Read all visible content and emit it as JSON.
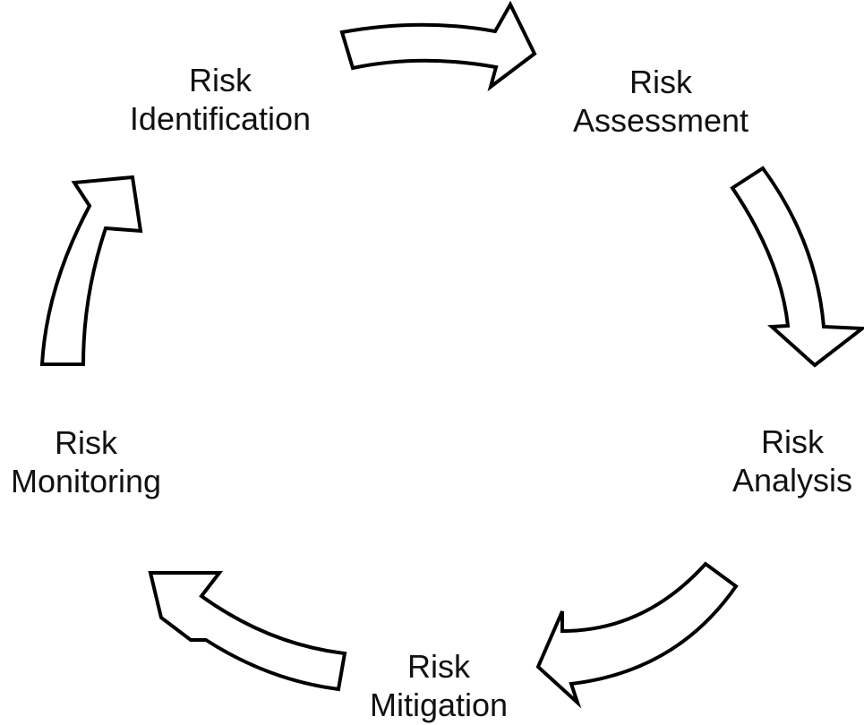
{
  "diagram": {
    "stages": [
      {
        "id": "identification",
        "line1": "Risk",
        "line2": "Identification"
      },
      {
        "id": "assessment",
        "line1": "Risk",
        "line2": "Assessment"
      },
      {
        "id": "analysis",
        "line1": "Risk",
        "line2": "Analysis"
      },
      {
        "id": "mitigation",
        "line1": "Risk",
        "line2": "Mitigation"
      },
      {
        "id": "monitoring",
        "line1": "Risk",
        "line2": "Monitoring"
      }
    ],
    "arrow_icon": "curved-block-arrow-icon",
    "colors": {
      "background": "#ffffff",
      "arrow_fill": "#ffffff",
      "arrow_stroke": "#000000",
      "text": "#111111"
    }
  }
}
